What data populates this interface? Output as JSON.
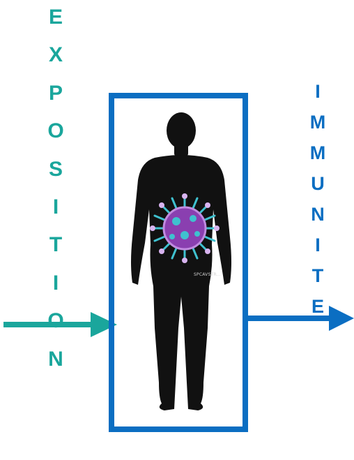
{
  "exposition": {
    "letters": [
      "E",
      "X",
      "P",
      "O",
      "S",
      "I",
      "T",
      "I",
      "O",
      "N"
    ]
  },
  "immunite": {
    "letters": [
      "I",
      "M",
      "M",
      "U",
      "N",
      "I",
      "T",
      "E"
    ]
  },
  "colors": {
    "teal": "#1aa69c",
    "blue": "#0b6ec2",
    "silhouette": "#111111",
    "virus_body": "#8a3fb0",
    "virus_spike": "#3fc1cf",
    "watermark": "#cfcfcf"
  },
  "icons": {
    "figure": "human-silhouette-icon",
    "virus": "virus-icon",
    "arrow_in": "arrow-right-icon",
    "arrow_out": "arrow-right-icon"
  },
  "watermark": "SPCAVSTR..."
}
